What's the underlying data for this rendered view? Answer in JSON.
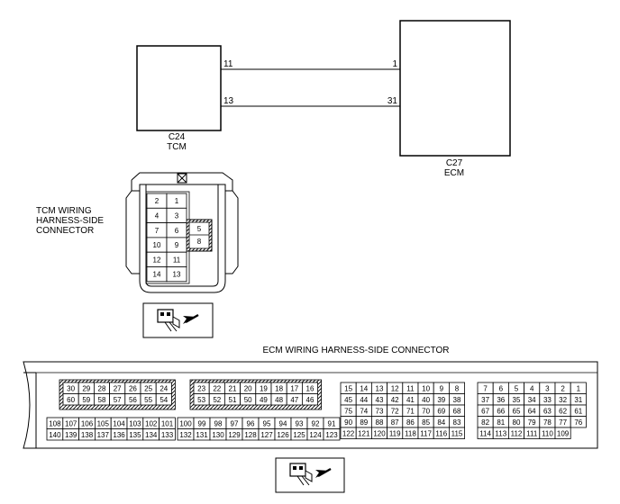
{
  "tcm": {
    "name": "TCM",
    "connector_id": "C24",
    "pins": [
      "11",
      "13"
    ],
    "connector_title": [
      "TCM WIRING",
      "HARNESS-SIDE",
      "CONNECTOR"
    ],
    "terminals": [
      [
        "2",
        "1"
      ],
      [
        "4",
        "3"
      ],
      [
        "7",
        "6"
      ],
      [
        "10",
        "9"
      ],
      [
        "12",
        "11"
      ],
      [
        "14",
        "13"
      ]
    ],
    "hatched_terminals": [
      "5",
      "8"
    ]
  },
  "ecm": {
    "name": "ECM",
    "connector_id": "C27",
    "pins": [
      "1",
      "31"
    ],
    "connector_title": "ECM WIRING HARNESS-SIDE CONNECTOR",
    "block_a": {
      "row1": [
        "30",
        "29",
        "28",
        "27",
        "26",
        "25",
        "24"
      ],
      "row2": [
        "60",
        "59",
        "58",
        "57",
        "56",
        "55",
        "54"
      ],
      "row3": [
        "108",
        "107",
        "106",
        "105",
        "104",
        "103",
        "102",
        "101"
      ],
      "row4": [
        "140",
        "139",
        "138",
        "137",
        "136",
        "135",
        "134",
        "133"
      ]
    },
    "block_b": {
      "row1": [
        "23",
        "22",
        "21",
        "20",
        "19",
        "18",
        "17",
        "16"
      ],
      "row2": [
        "53",
        "52",
        "51",
        "50",
        "49",
        "48",
        "47",
        "46"
      ],
      "row3": [
        "100",
        "99",
        "98",
        "97",
        "96",
        "95",
        "94",
        "93",
        "92",
        "91"
      ],
      "row4": [
        "132",
        "131",
        "130",
        "129",
        "128",
        "127",
        "126",
        "125",
        "124",
        "123"
      ]
    },
    "block_c": {
      "row1": [
        "15",
        "14",
        "13",
        "12",
        "11",
        "10",
        "9",
        "8"
      ],
      "row2": [
        "45",
        "44",
        "43",
        "42",
        "41",
        "40",
        "39",
        "38"
      ],
      "row3": [
        "75",
        "74",
        "73",
        "72",
        "71",
        "70",
        "69",
        "68"
      ],
      "row4": [
        "90",
        "89",
        "88",
        "87",
        "86",
        "85",
        "84",
        "83"
      ],
      "row5": [
        "122",
        "121",
        "120",
        "119",
        "118",
        "117",
        "116",
        "115"
      ]
    },
    "block_d": {
      "row1": [
        "7",
        "6",
        "5",
        "4",
        "3",
        "2",
        "1"
      ],
      "row2": [
        "37",
        "36",
        "35",
        "34",
        "33",
        "32",
        "31"
      ],
      "row3": [
        "67",
        "66",
        "65",
        "64",
        "63",
        "62",
        "61"
      ],
      "row4": [
        "82",
        "81",
        "80",
        "79",
        "78",
        "77",
        "76"
      ],
      "row5": [
        "114",
        "113",
        "112",
        "111",
        "110",
        "109"
      ]
    }
  },
  "colors": {
    "line": "#000000",
    "background": "#ffffff"
  },
  "icons": [
    "connector-view-arrow-icon"
  ]
}
